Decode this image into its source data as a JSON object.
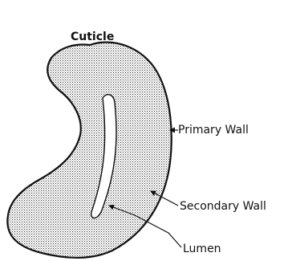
{
  "labels": {
    "cuticle": "Cuticle",
    "primary_wall": "Primary Wall",
    "secondary_wall": "Secondary Wall",
    "lumen": "Lumen"
  }
}
